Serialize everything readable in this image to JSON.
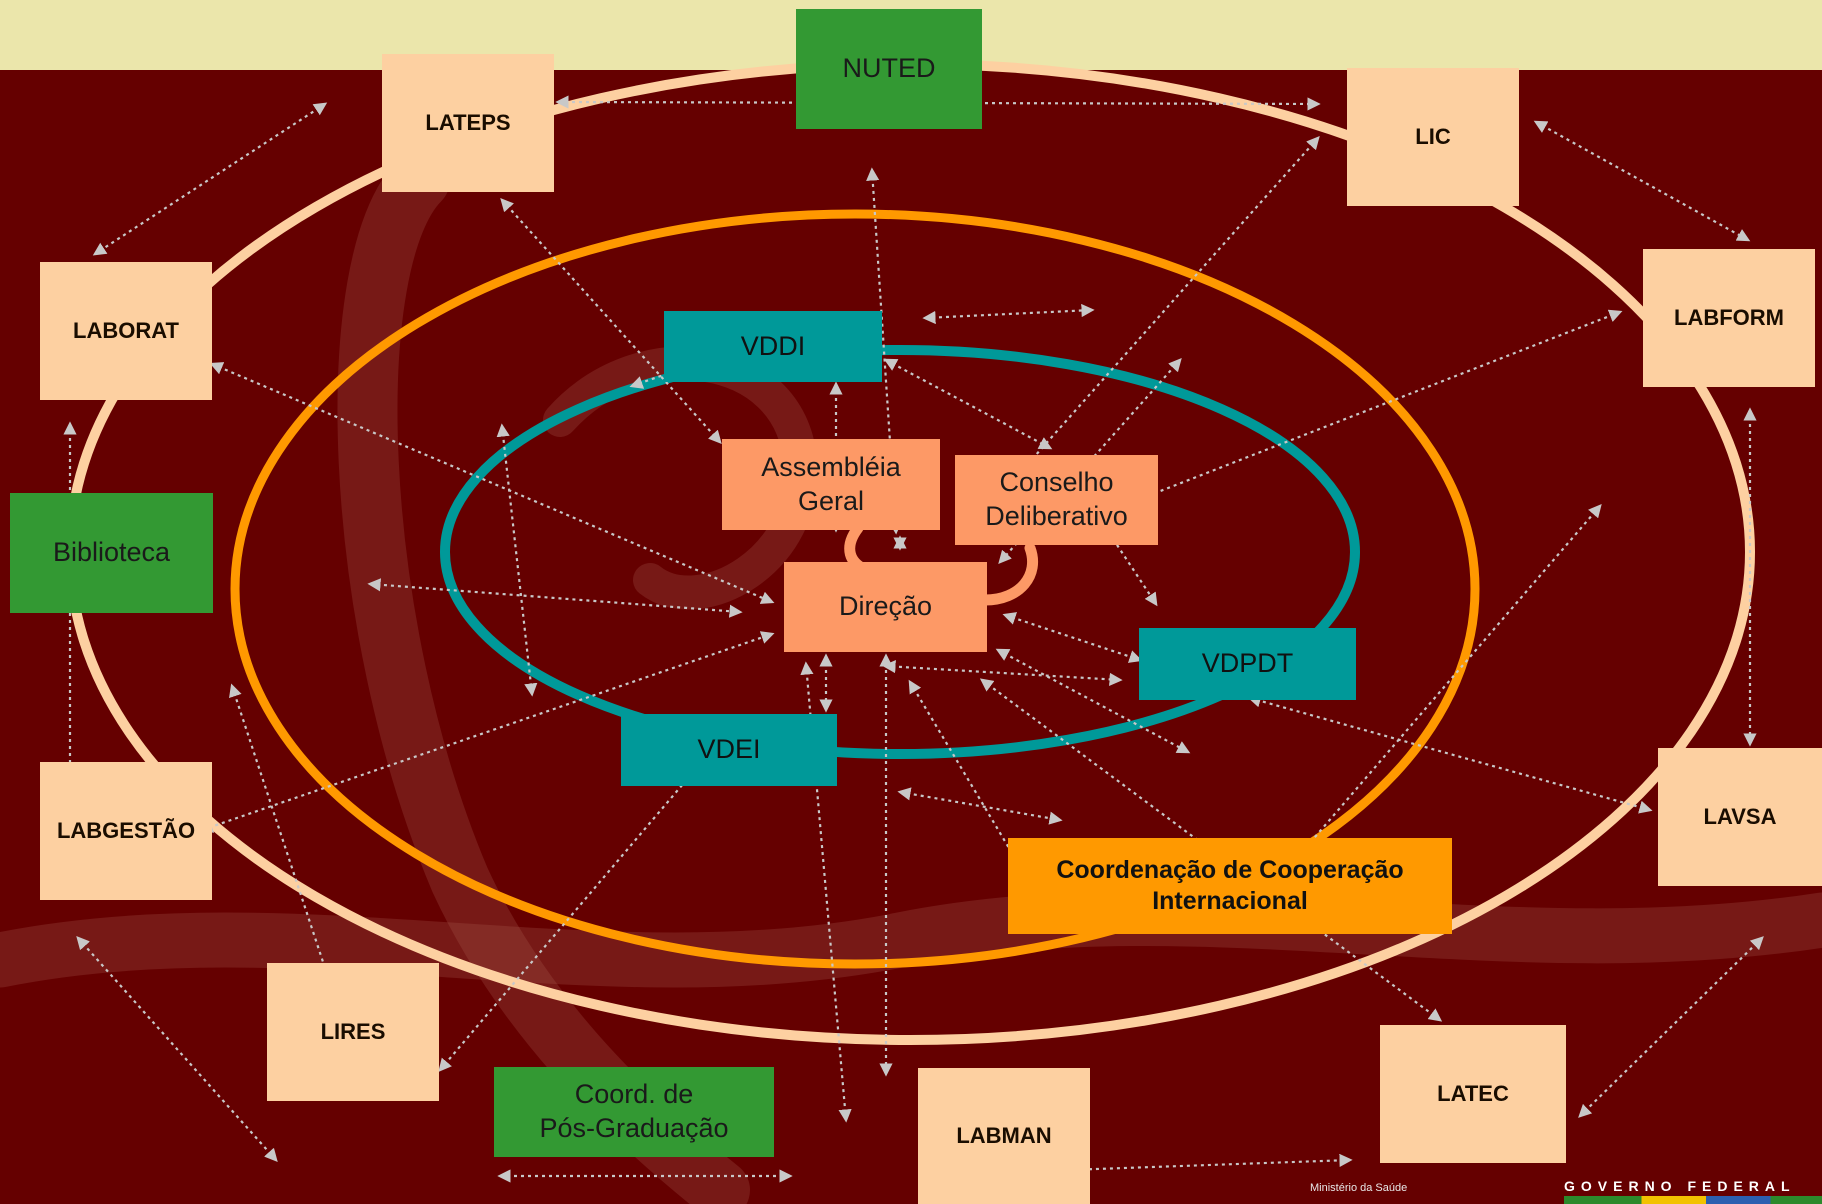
{
  "colors": {
    "background": "#650000",
    "header_band": "#ebe6ab",
    "outer_ring": "#fdd0a1",
    "middle_ring": "#ff9900",
    "inner_ring": "#009999",
    "lab_box": "#fdd0a1",
    "green_box": "#339933",
    "teal_box": "#009999",
    "core_box": "#fd9966",
    "coordination_box": "#ff9900",
    "arrows": "#c8c8c8"
  },
  "nodes": {
    "nuted": "NUTED",
    "lateps": "LATEPS",
    "lic": "LIC",
    "laborat": "LABORAT",
    "labform": "LABFORM",
    "biblioteca": "Biblioteca",
    "labgestao": "LABGESTÃO",
    "lavsa": "LAVSA",
    "lires": "LIRES",
    "coord_pos": [
      "Coord. de",
      "Pós-Graduação"
    ],
    "labman": "LABMAN",
    "latec": "LATEC",
    "vddi": "VDDI",
    "vdpdt": "VDPDT",
    "vdei": "VDEI",
    "assembleia": [
      "Assembléia",
      "Geral"
    ],
    "conselho": [
      "Conselho",
      "Deliberativo"
    ],
    "direcao": "Direção",
    "coord_internacional": [
      "Coordenação de Cooperação",
      "Internacional"
    ]
  },
  "footer": {
    "ministerio": "Ministério da Saúde",
    "governo": "GOVERNO FEDERAL"
  }
}
